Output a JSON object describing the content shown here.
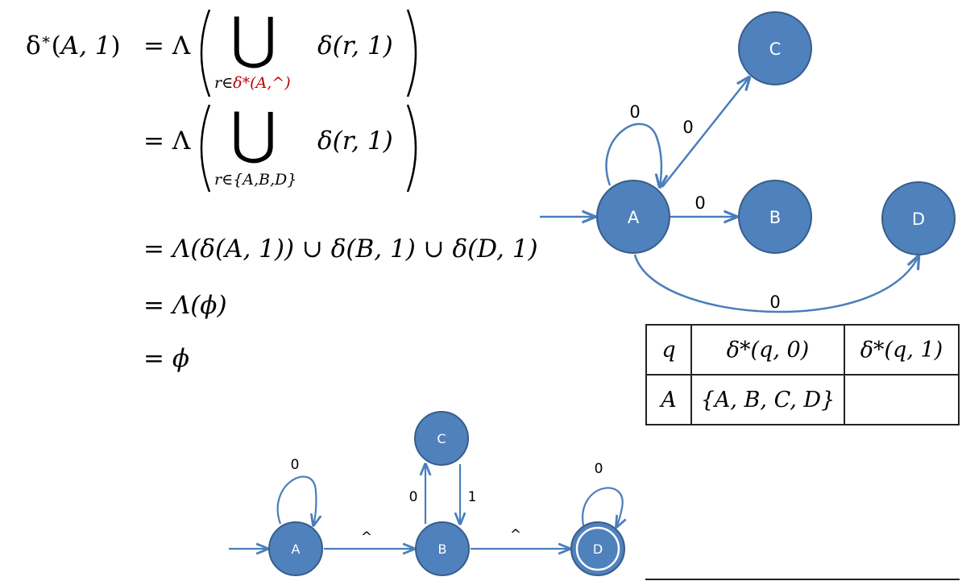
{
  "equations": {
    "lhs": "δ*(A, 1)",
    "line1": {
      "pre": "= Λ",
      "union": "⋃",
      "term": "δ(r, 1)",
      "sub_prefix": "r∈",
      "sub_red": "δ*(A,^)"
    },
    "line2": {
      "pre": "= Λ",
      "union": "⋃",
      "term": "δ(r, 1)",
      "sub": "r∈{A,B,D}"
    },
    "line3": "= Λ(δ(A, 1)) ∪ δ(B, 1) ∪ δ(D, 1)",
    "line4": "= Λ(ϕ)",
    "line5": "= ϕ"
  },
  "top_diagram": {
    "nodes": {
      "A": "A",
      "B": "B",
      "C": "C",
      "D": "D"
    },
    "edge_labels": {
      "A_self": "0",
      "A_to_C": "0",
      "A_to_B": "0",
      "A_to_D": "0"
    }
  },
  "bottom_diagram": {
    "nodes": {
      "A": "A",
      "B": "B",
      "C": "C",
      "D": "D"
    },
    "edge_labels": {
      "A_self": "0",
      "A_to_B": "^",
      "B_to_C": "0",
      "C_to_B": "1",
      "B_to_D": "^",
      "D_self": "0"
    }
  },
  "table": {
    "headers": [
      "q",
      "δ*(q, 0)",
      "δ*(q, 1)"
    ],
    "rows": [
      [
        "A",
        "{A, B, C, D}",
        ""
      ]
    ]
  },
  "colors": {
    "node_fill": "#4f81bd",
    "node_stroke": "#385d8a",
    "edge": "#4a7ebb",
    "highlight": "#c00000"
  }
}
